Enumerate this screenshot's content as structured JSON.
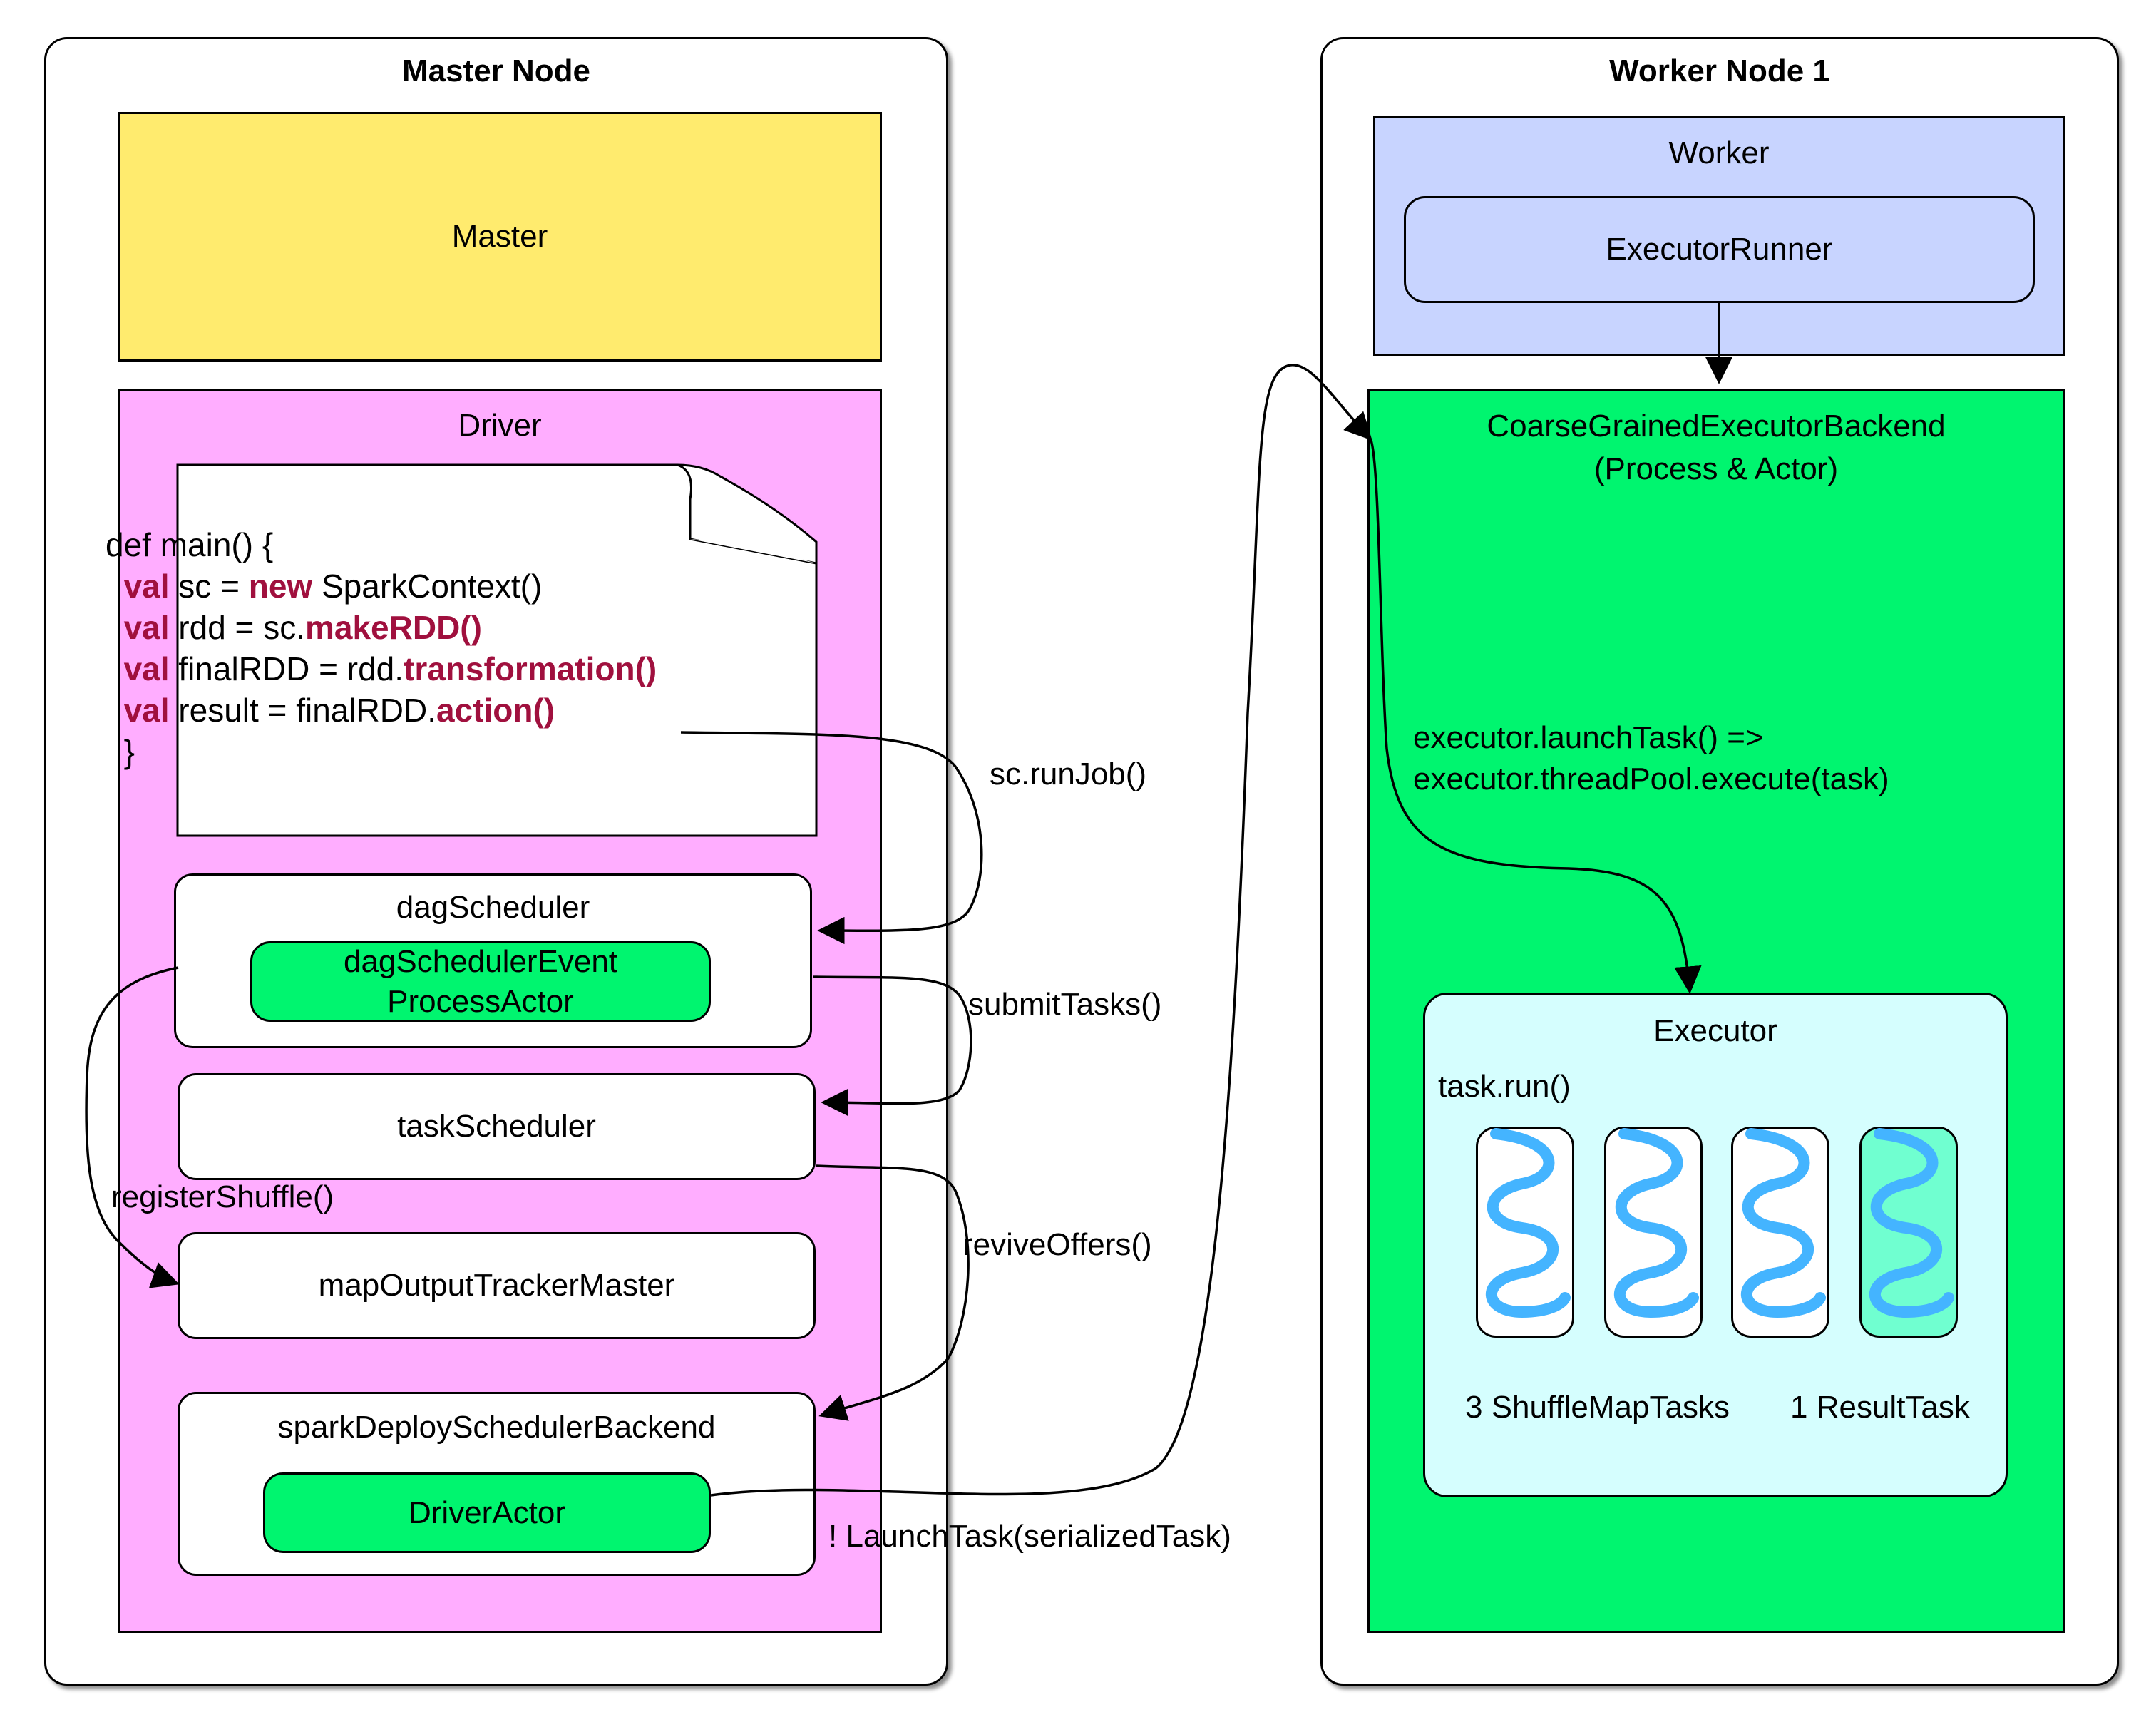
{
  "colors": {
    "master": "#ffeb6e",
    "driver": "#ffadff",
    "green": "#00f56f",
    "worker": "#c8d4ff",
    "executor": "#d5fefe",
    "keyword": "#a0103e",
    "thread": "#44b4ff",
    "result_task_bg": "#70ffd0"
  },
  "master_node": {
    "title": "Master Node",
    "master_label": "Master",
    "driver_label": "Driver",
    "code": {
      "line1": "def main() {",
      "kw_val": "val",
      "line2_a": " sc = ",
      "line2_kw": "new",
      "line2_b": " SparkContext()",
      "line3_a": " rdd = sc.",
      "line3_kw": "makeRDD()",
      "line4_a": " finalRDD = rdd.",
      "line4_kw": "transformation()",
      "line5_a": " result = finalRDD.",
      "line5_kw": "action()",
      "line6": "}"
    },
    "dag_scheduler": "dagScheduler",
    "dag_actor_line1": "dagSchedulerEvent",
    "dag_actor_line2": "ProcessActor",
    "task_scheduler": "taskScheduler",
    "map_output_tracker": "mapOutputTrackerMaster",
    "backend": "sparkDeploySchedulerBackend",
    "driver_actor": "DriverActor"
  },
  "edges": {
    "run_job": "sc.runJob()",
    "submit_tasks": "submitTasks()",
    "register_shuffle": "registerShuffle()",
    "revive_offers": "reviveOffers()",
    "launch_task": "! LaunchTask(serializedTask)",
    "executor_launch_1": "executor.launchTask() =>",
    "executor_launch_2": "executor.threadPool.execute(task)"
  },
  "worker_node": {
    "title": "Worker Node 1",
    "worker_label": "Worker",
    "executor_runner": "ExecutorRunner",
    "backend_line1": "CoarseGrainedExecutorBackend",
    "backend_line2": "(Process & Actor)",
    "executor_label": "Executor",
    "task_run": "task.run()",
    "shuffle_map_tasks": "3 ShuffleMapTasks",
    "result_task": "1 ResultTask"
  }
}
